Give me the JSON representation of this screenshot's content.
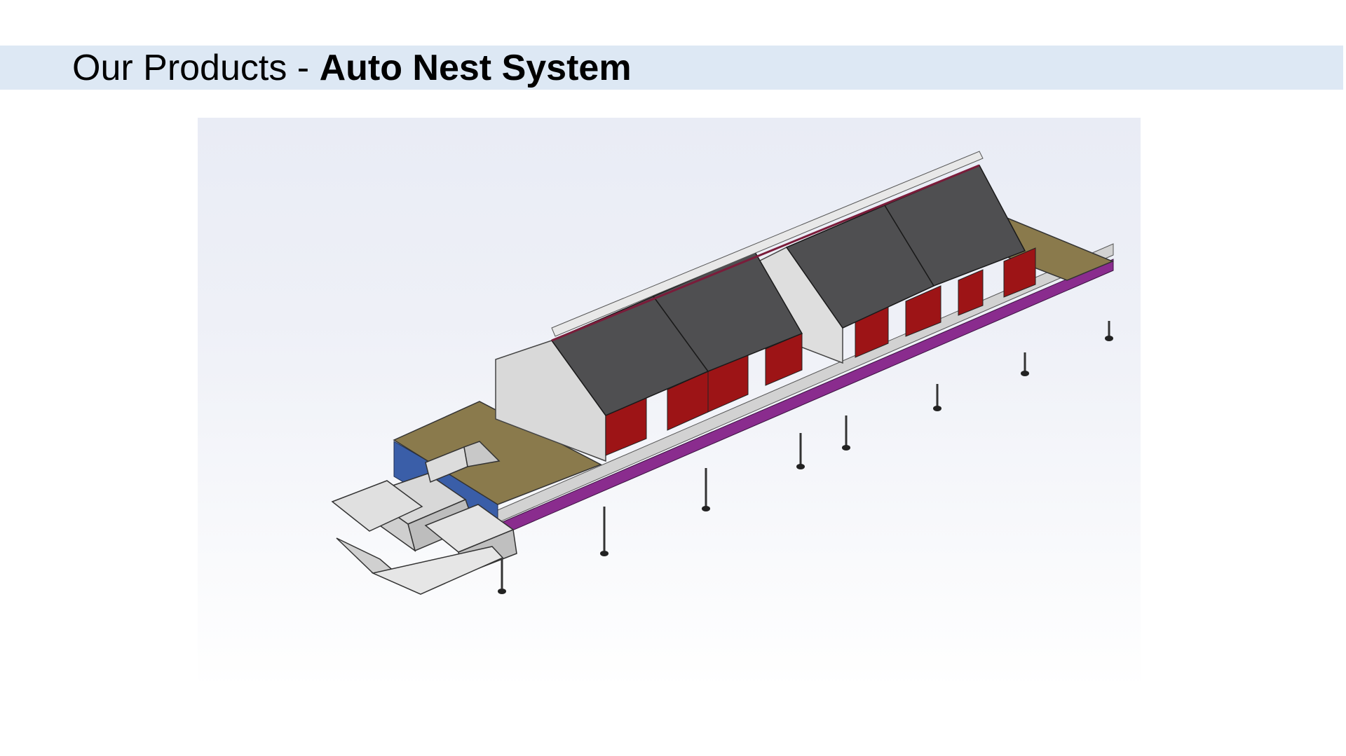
{
  "slide": {
    "title_regular": "Our Products - ",
    "title_bold": "Auto Nest System"
  },
  "figure": {
    "subject": "auto-nest-system-cad-rendering",
    "colors": {
      "roof": "#4f4f51",
      "door_panel": "#9d1416",
      "gable": "#d9d9d9",
      "deck": "#8a7a4c",
      "rail": "#8a2c8e",
      "end_panel": "#3a5ea8",
      "frame": "#bfbfbf",
      "bin": "#cfcfcf"
    }
  }
}
